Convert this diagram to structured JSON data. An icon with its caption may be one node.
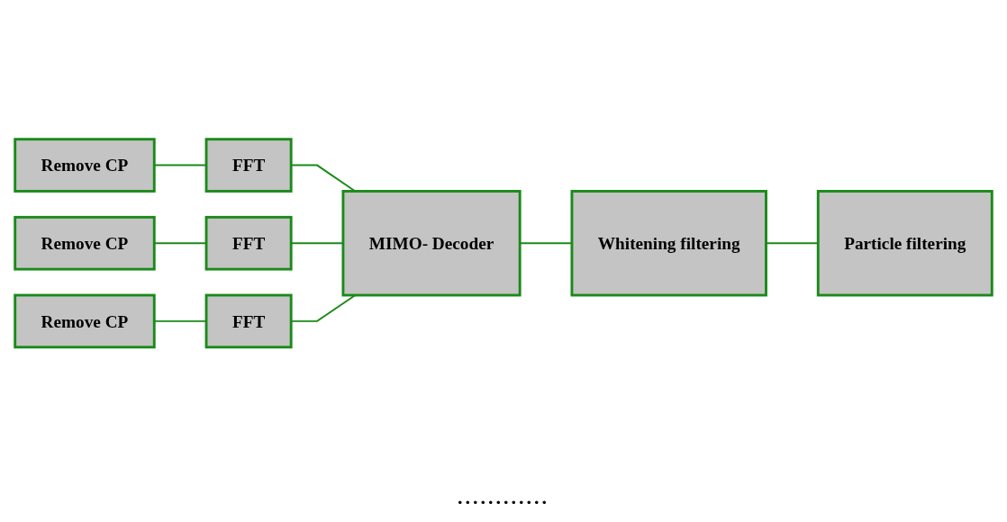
{
  "diagram": {
    "nodes": [
      {
        "text": [
          "Remove CP"
        ]
      },
      {
        "text": [
          "FFT"
        ]
      },
      {
        "text": [
          "Remove CP"
        ]
      },
      {
        "text": [
          "FFT"
        ]
      },
      {
        "text": [
          "Remove CP"
        ]
      },
      {
        "text": [
          "FFT"
        ]
      },
      {
        "text": [
          "MIMO- Decoder"
        ]
      },
      {
        "text": [
          "Whitening filtering"
        ]
      },
      {
        "text": [
          "Particle filtering"
        ]
      }
    ],
    "edges": [
      {
        "from": 0,
        "to": 1,
        "arrow": "none"
      },
      {
        "from": 1,
        "to": 6,
        "arrow": "none"
      },
      {
        "from": 2,
        "to": 3,
        "arrow": "none"
      },
      {
        "from": 3,
        "to": 6,
        "arrow": "none"
      },
      {
        "from": 4,
        "to": 5,
        "arrow": "none"
      },
      {
        "from": 5,
        "to": 6,
        "arrow": "none"
      },
      {
        "from": 6,
        "to": 7,
        "arrow": "none"
      },
      {
        "from": 7,
        "to": 8,
        "arrow": "none"
      }
    ],
    "labels": [
      "............"
    ]
  }
}
